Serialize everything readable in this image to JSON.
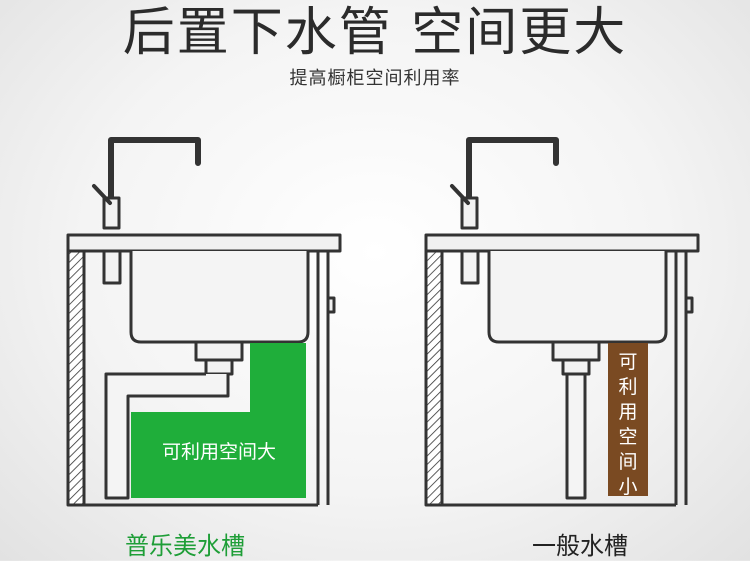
{
  "header": {
    "title": "后置下水管  空间更大",
    "subtitle": "提高橱柜空间利用率"
  },
  "left_panel": {
    "label": "普乐美水槽",
    "area_label": "可利用空间大"
  },
  "right_panel": {
    "label": "一般水槽",
    "area_label": "可利用空间小"
  },
  "colors": {
    "green": "#1fae3a",
    "brown": "#7a4a22",
    "green_label": "#1e9e37"
  }
}
